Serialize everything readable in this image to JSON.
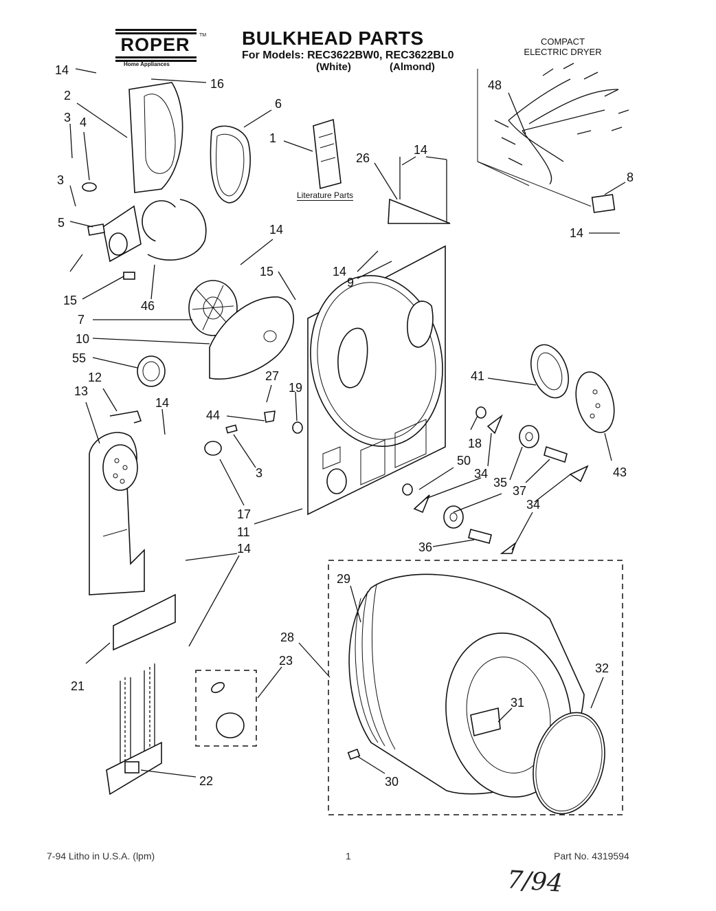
{
  "brand": {
    "name": "ROPER",
    "trademark": "TM",
    "tagline": "Home Appliances"
  },
  "header": {
    "title": "BULKHEAD PARTS",
    "models_line": "For Models: REC3622BW0, REC3622BL0",
    "color_1": "(White)",
    "color_2": "(Almond)",
    "product_line_1": "COMPACT",
    "product_line_2": "ELECTRIC DRYER"
  },
  "literature_label": "Literature Parts",
  "callouts": [
    "14",
    "16",
    "2",
    "6",
    "3",
    "4",
    "1",
    "26",
    "14",
    "48",
    "8",
    "3",
    "5",
    "14",
    "14",
    "15",
    "14",
    "9",
    "15",
    "46",
    "7",
    "10",
    "55",
    "27",
    "19",
    "41",
    "12",
    "13",
    "14",
    "44",
    "18",
    "43",
    "50",
    "3",
    "34",
    "35",
    "37",
    "17",
    "34",
    "11",
    "14",
    "36",
    "29",
    "28",
    "23",
    "32",
    "21",
    "31",
    "30",
    "22"
  ],
  "footer": {
    "left": "7-94  Litho in U.S.A. (lpm)",
    "center": "1",
    "right": "Part No. 4319594",
    "handwriting": "7/94"
  }
}
